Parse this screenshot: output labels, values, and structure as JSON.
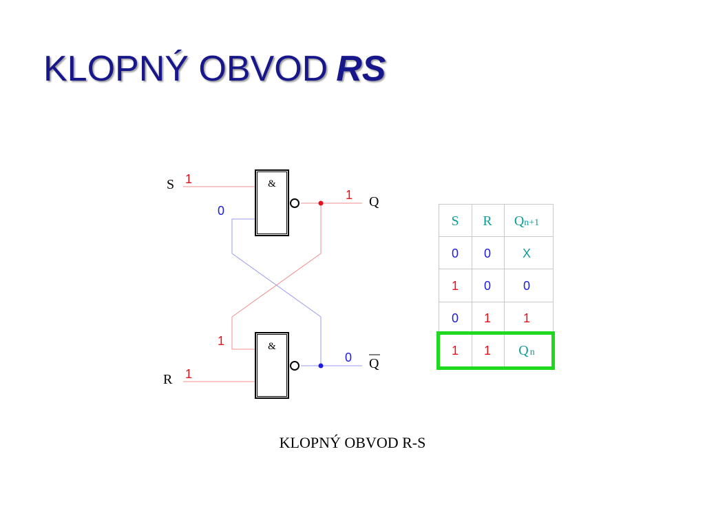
{
  "slide": {
    "title_main": "KLOPNÝ OBVOD",
    "title_emph": "RS",
    "caption": "KLOPNÝ OBVOD R-S"
  },
  "circuit": {
    "gate_symbol": "&",
    "inputs": {
      "S": {
        "label": "S",
        "value": "1"
      },
      "R": {
        "label": "R",
        "value": "1"
      }
    },
    "feedback": {
      "upper_gate_second_input": "0",
      "lower_gate_first_input": "1"
    },
    "outputs": {
      "Q": {
        "label": "Q",
        "value": "1"
      },
      "Q_bar": {
        "label": "Q",
        "overline": true,
        "value": "0"
      }
    }
  },
  "truth_table": {
    "headers": [
      {
        "main": "S",
        "sub": ""
      },
      {
        "main": "R",
        "sub": ""
      },
      {
        "main": "Q",
        "sub": "n+1"
      }
    ],
    "rows": [
      {
        "S": "0",
        "R": "0",
        "Q": "X",
        "Q_sub": ""
      },
      {
        "S": "1",
        "R": "0",
        "Q": "0",
        "Q_sub": ""
      },
      {
        "S": "0",
        "R": "1",
        "Q": "1",
        "Q_sub": ""
      },
      {
        "S": "1",
        "R": "1",
        "Q": "Q",
        "Q_sub": "n",
        "highlighted": true
      }
    ]
  },
  "colors": {
    "title": "#17168a",
    "logic_one": "#e8101b",
    "logic_zero": "#1c1ce0",
    "table_header": "#109a9a",
    "highlight": "#1ed91e",
    "wire_red": "#f08c8c",
    "wire_blue": "#9a9af0"
  }
}
